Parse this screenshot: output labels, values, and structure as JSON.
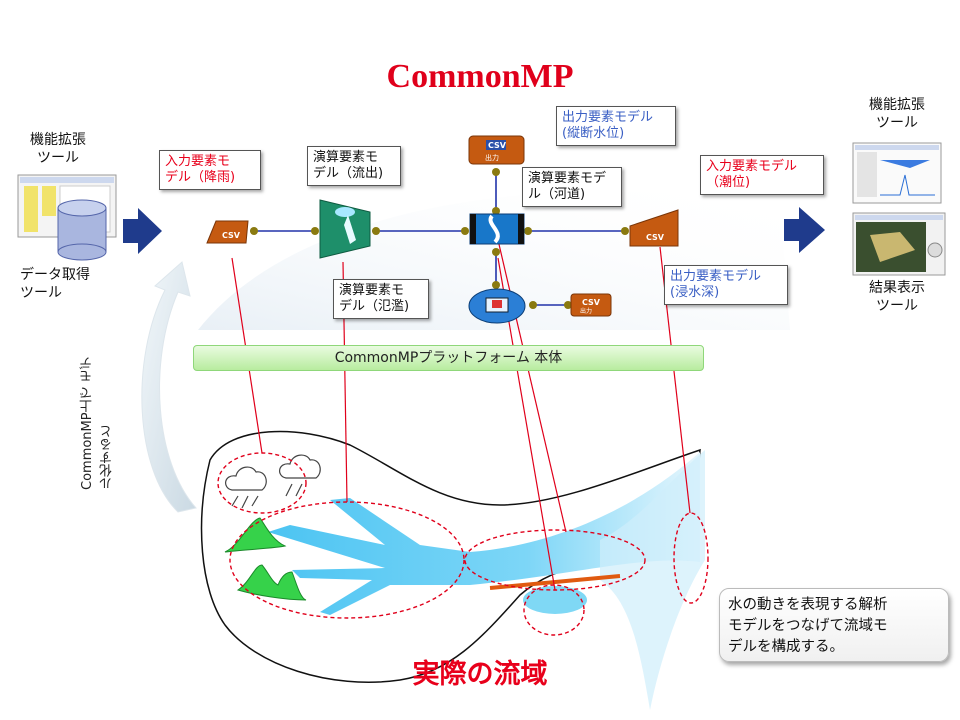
{
  "title": "CommonMP",
  "left_tool": {
    "top_label": [
      "機能拡張",
      "ツール"
    ],
    "bottom_label": [
      "データ取得",
      "ツール"
    ]
  },
  "right_tool": {
    "top_label": [
      "機能拡張",
      "ツール"
    ],
    "bottom_label": [
      "結果表示",
      "ツール"
    ]
  },
  "callouts": {
    "input_rain": [
      "入力要素モ",
      "デル（降雨)"
    ],
    "calc_runoff": [
      "演算要素モ",
      "デル（流出)"
    ],
    "output_level": [
      "出力要素モデル",
      "(縦断水位)"
    ],
    "calc_channel": [
      "演算要素モデ",
      "ル（河道)"
    ],
    "input_tide": [
      "入力要素モデル",
      "（潮位)"
    ],
    "calc_flood": [
      "演算要素モ",
      "デル（氾濫)"
    ],
    "output_depth": [
      "出力要素モデル",
      "(浸水深)"
    ]
  },
  "csv_label": "CSV",
  "output_small_label": "出力",
  "platform_label": "CommonMPプラットフォーム 本体",
  "vertical_note": "CommonMP上で モデル化すると",
  "basin_title": "実際の流域",
  "note_text": [
    "水の動きを表現する解析",
    "モデルをつなげて流域モ",
    "デルを構成する。"
  ],
  "colors": {
    "title": "#e0001b",
    "model_orange": "#c55a11",
    "link_blue": "#2233aa",
    "arrow_navy": "#1f3b8c",
    "river_blue": "#5bc8f5",
    "dash_red": "#e0001b"
  }
}
